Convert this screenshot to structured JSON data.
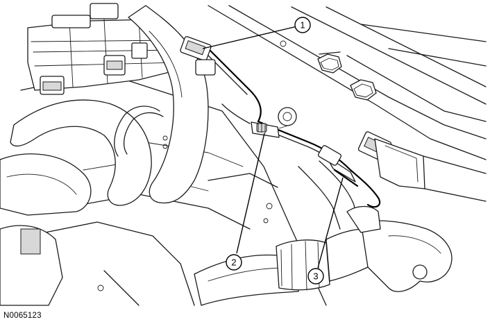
{
  "figure": {
    "id": "N0065123"
  },
  "callouts": [
    {
      "number": "1"
    },
    {
      "number": "2"
    },
    {
      "number": "3"
    }
  ],
  "icons": {
    "callout_marker": "numbered-circle",
    "nut_shape": "hex-nut"
  },
  "colors": {
    "line": "#1a1a1a",
    "background": "#ffffff"
  }
}
